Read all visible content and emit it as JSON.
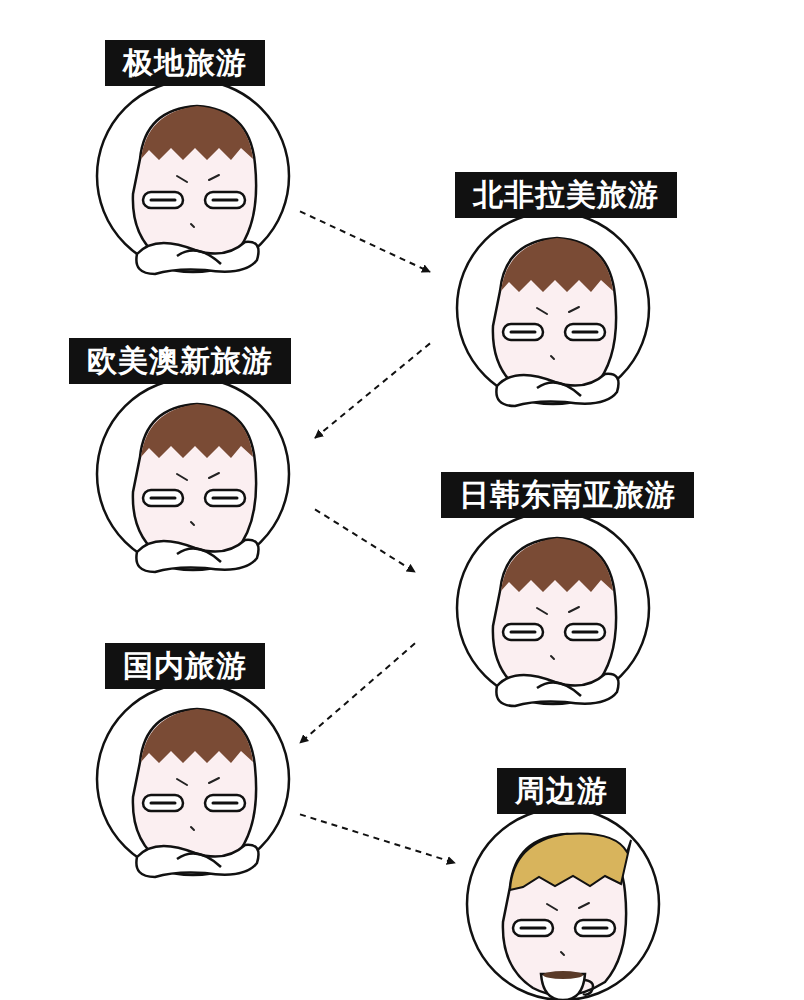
{
  "diagram": {
    "nodes": [
      {
        "text": [
          "极地旅游"
        ]
      },
      {
        "text": [
          "北非拉美旅游"
        ]
      },
      {
        "text": [
          "欧美澳新旅游"
        ]
      },
      {
        "text": [
          "日韩东南亚旅游"
        ]
      },
      {
        "text": [
          "国内旅游"
        ]
      },
      {
        "text": [
          "周边游"
        ]
      }
    ],
    "edges": [
      {
        "from": 0,
        "to": 1,
        "arrow": "to"
      },
      {
        "from": 1,
        "to": 2,
        "arrow": "to"
      },
      {
        "from": 2,
        "to": 3,
        "arrow": "to"
      },
      {
        "from": 3,
        "to": 4,
        "arrow": "to"
      },
      {
        "from": 4,
        "to": 5,
        "arrow": "to"
      }
    ]
  }
}
